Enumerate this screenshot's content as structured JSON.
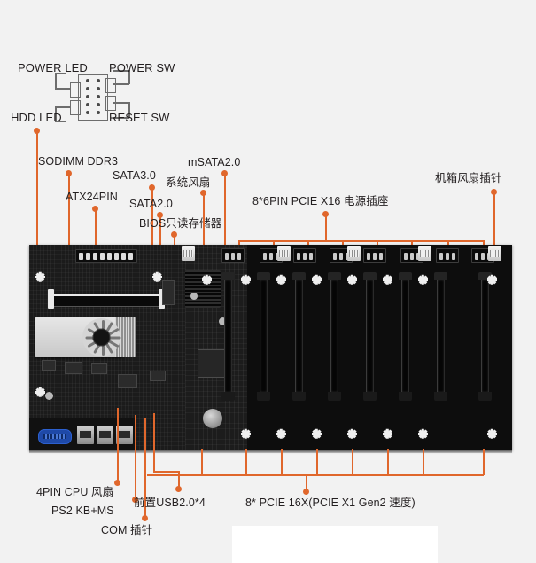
{
  "product": {
    "type": "mining-motherboard",
    "title": "8 GPU Mining Motherboard - Annotated Diagram"
  },
  "colors": {
    "accent": "#e0672c",
    "background": "#f2f2f2",
    "board": "#141414",
    "text": "#231f20",
    "vga_port": "#1e49a8",
    "diagram_line": "#6d6d6d"
  },
  "header_diagram": {
    "name": "front-panel-header",
    "pin_rows": 5,
    "pin_cols": 2,
    "labels": {
      "power_led": "POWER LED",
      "power_sw": "POWER SW",
      "hdd_led": "HDD  LED",
      "reset_sw": "RESET SW"
    }
  },
  "annotations": {
    "top_left": [
      {
        "id": "sodimm",
        "label": "SODIMM DDR3"
      },
      {
        "id": "atx24pin",
        "label": "ATX24PIN"
      },
      {
        "id": "sata30",
        "label": "SATA3.0"
      },
      {
        "id": "sata20",
        "label": "SATA2.0"
      },
      {
        "id": "bios",
        "label": "BIOS只读存储器"
      },
      {
        "id": "sysfan",
        "label": "系统风扇"
      },
      {
        "id": "msata",
        "label": "mSATA2.0"
      }
    ],
    "top_right": [
      {
        "id": "pcie-power",
        "label": "8*6PIN PCIE X16 电源插座"
      },
      {
        "id": "chassis-fan",
        "label": "机箱风扇插针"
      }
    ],
    "bottom_left": [
      {
        "id": "cpufan",
        "label": "4PIN CPU 风扇"
      },
      {
        "id": "ps2",
        "label": "PS2 KB+MS"
      },
      {
        "id": "com",
        "label": "COM 插针"
      },
      {
        "id": "frontusb",
        "label": "前置USB2.0*4"
      }
    ],
    "bottom_right": [
      {
        "id": "pcie-slots",
        "label": "8* PCIE 16X(PCIE X1 Gen2 速度)"
      }
    ]
  },
  "board": {
    "pcie_slot_count": 8,
    "pcie_power_connector_count": 8,
    "ports": {
      "vga": "VGA",
      "usb_count": 3
    },
    "components": [
      "ATX 24-pin power",
      "SODIMM DDR3 slot",
      "CPU cooler with fan",
      "Chipset heatsink",
      "CMOS battery",
      "CPU socket"
    ]
  }
}
